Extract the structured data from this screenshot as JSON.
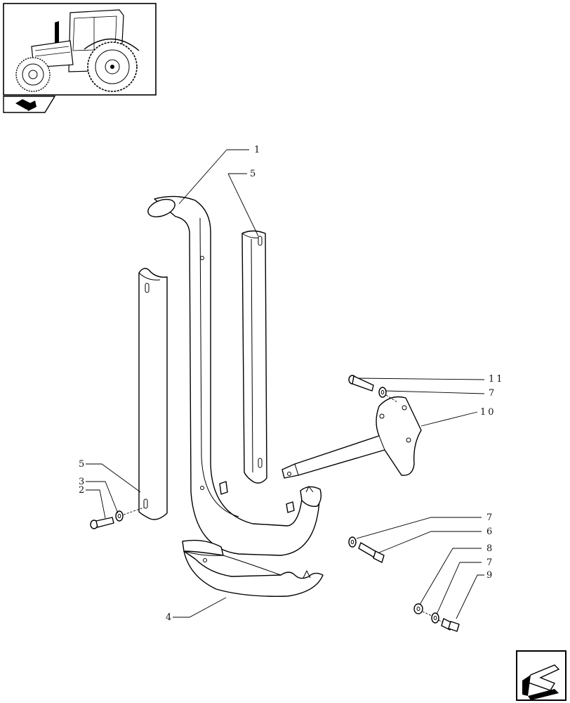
{
  "diagram": {
    "callouts": {
      "c1": "1",
      "c5a": "5",
      "c5b": "5",
      "c3": "3",
      "c2": "2",
      "c11": "11",
      "c7a": "7",
      "c10": "10",
      "c7b": "7",
      "c6": "6",
      "c8": "8",
      "c7c": "7",
      "c9": "9",
      "c4": "4"
    },
    "icons": {
      "thumbnail": "tractor-thumbnail",
      "book": "book-icon",
      "nav": "next-page-arrow-icon"
    }
  }
}
